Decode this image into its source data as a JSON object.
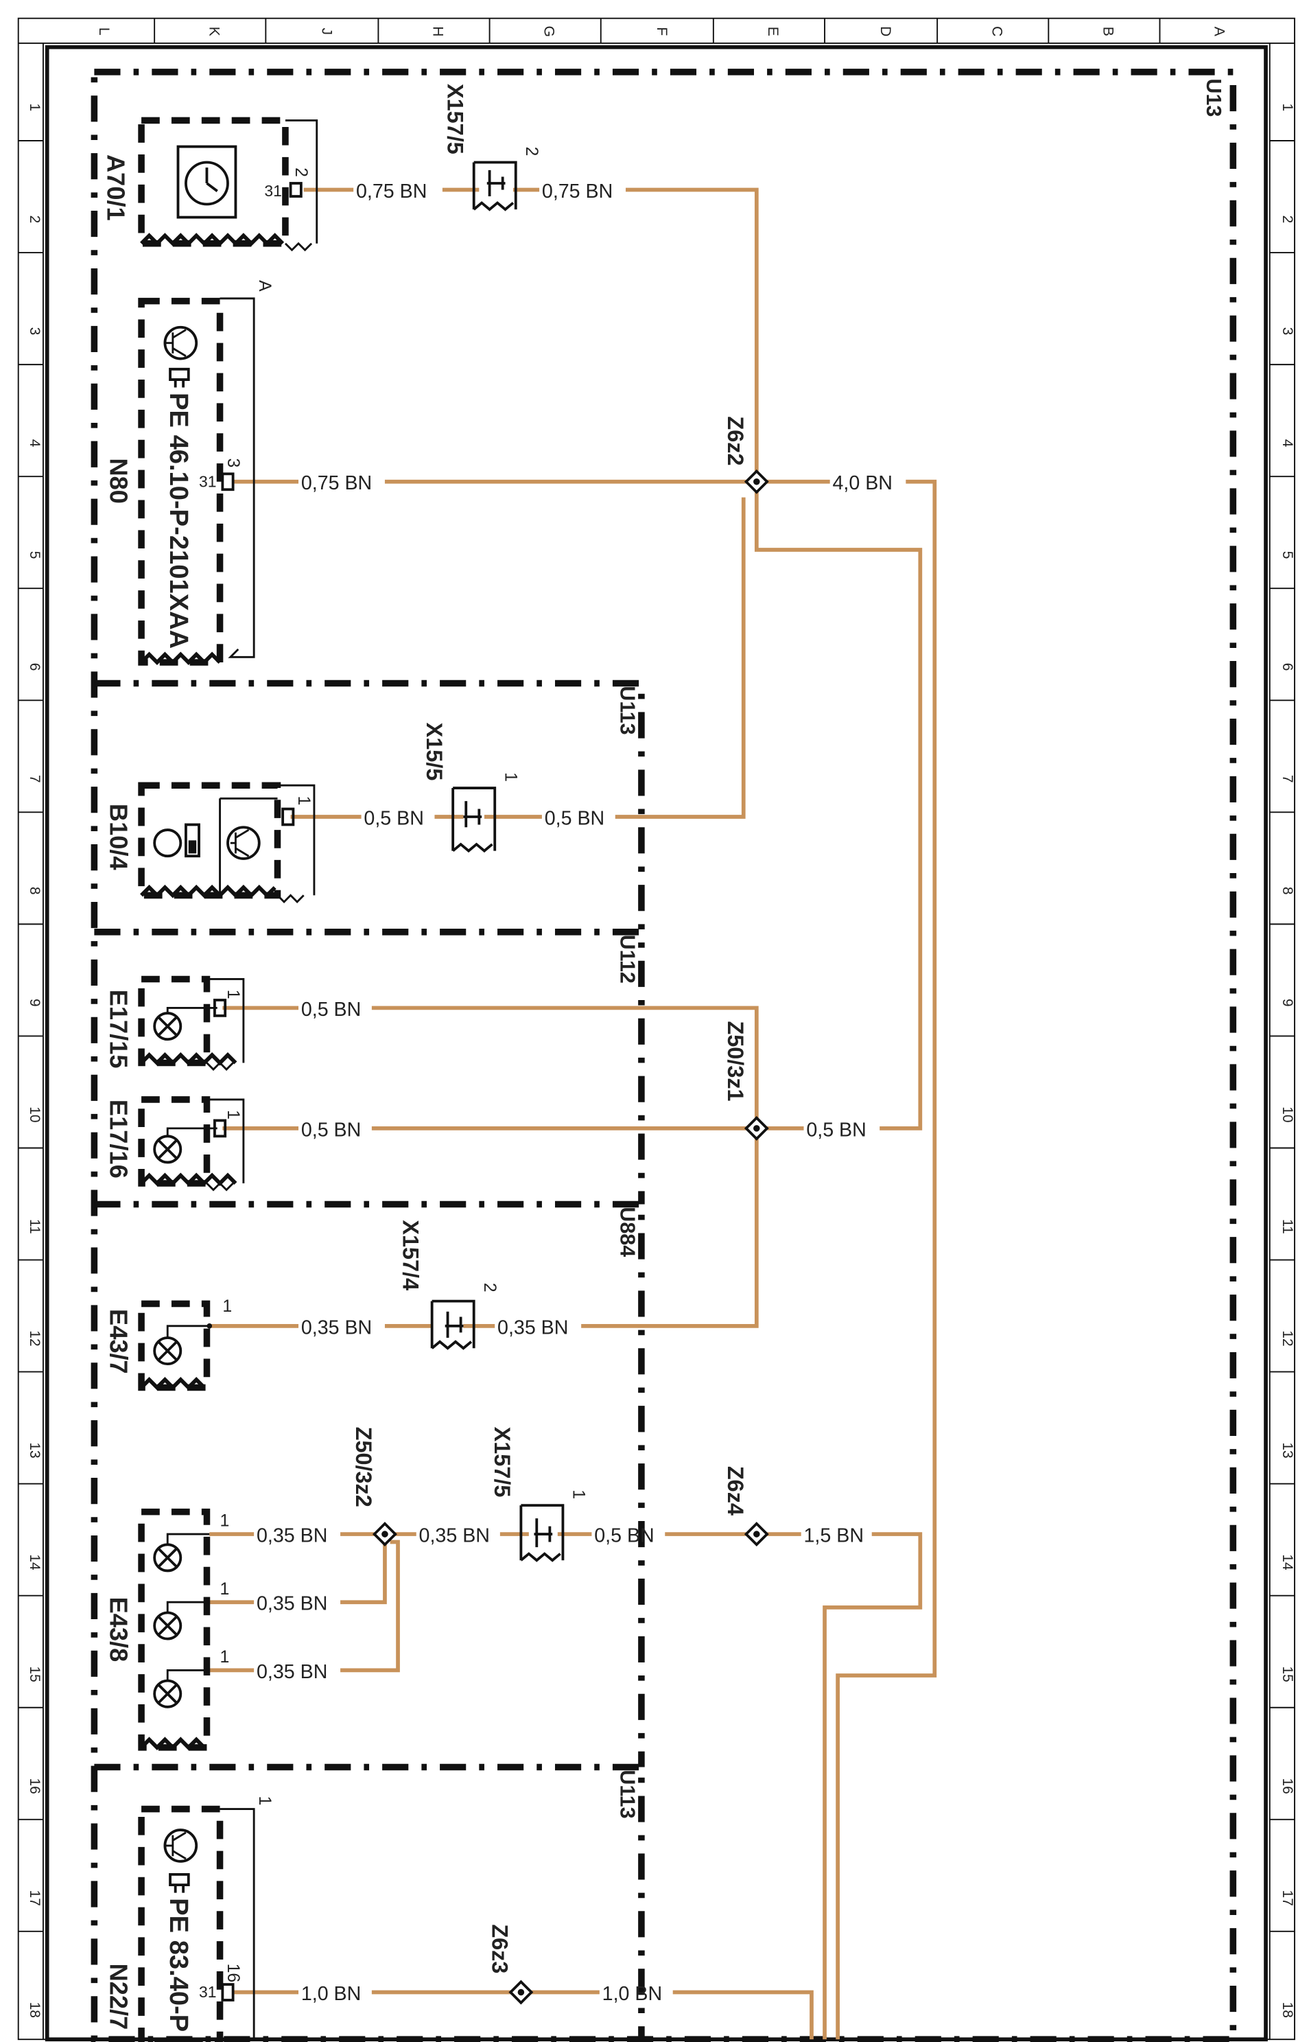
{
  "frame": {
    "top_cols": [
      "L",
      "K",
      "J",
      "H",
      "G",
      "F",
      "E",
      "D",
      "C",
      "B",
      "A"
    ],
    "rows": [
      "1",
      "2",
      "3",
      "4",
      "5",
      "6",
      "7",
      "8",
      "9",
      "10",
      "11",
      "12",
      "13",
      "14",
      "15",
      "16",
      "17",
      "18"
    ]
  },
  "zones": {
    "u13": "U13",
    "u113a": "U113",
    "u112": "U112",
    "u884": "U884",
    "u113b": "U113"
  },
  "components": {
    "a70": "A70/1",
    "n80": "N80",
    "n80_doc": "PE 46.10-P-2101XAA",
    "b10": "B10/4",
    "e17_15": "E17/15",
    "e17_16": "E17/16",
    "e43_7": "E43/7",
    "e43_8": "E43/8",
    "n22": "N22/7",
    "n22_doc": "PE 83.40-P"
  },
  "connectors": {
    "x157_5a": "X157/5",
    "x15_5": "X15/5",
    "x157_4": "X157/4",
    "x157_5b": "X157/5"
  },
  "junctions": {
    "z6z2": "Z6z2",
    "z50_3z1": "Z50/3z1",
    "z50_3z2": "Z50/3z2",
    "z6z4": "Z6z4",
    "z6z3": "Z6z3"
  },
  "pins": {
    "p31": "31",
    "p2": "2",
    "p3": "3",
    "p1": "1",
    "p16": "16",
    "pA": "A"
  },
  "wires": {
    "bn075": "0,75 BN",
    "bn40": "4,0 BN",
    "bn05": "0,5 BN",
    "bn035": "0,35 BN",
    "bn15": "1,5 BN",
    "bn10": "1,0 BN"
  },
  "colors": {
    "wire": "#c8925a",
    "ink": "#111111"
  }
}
